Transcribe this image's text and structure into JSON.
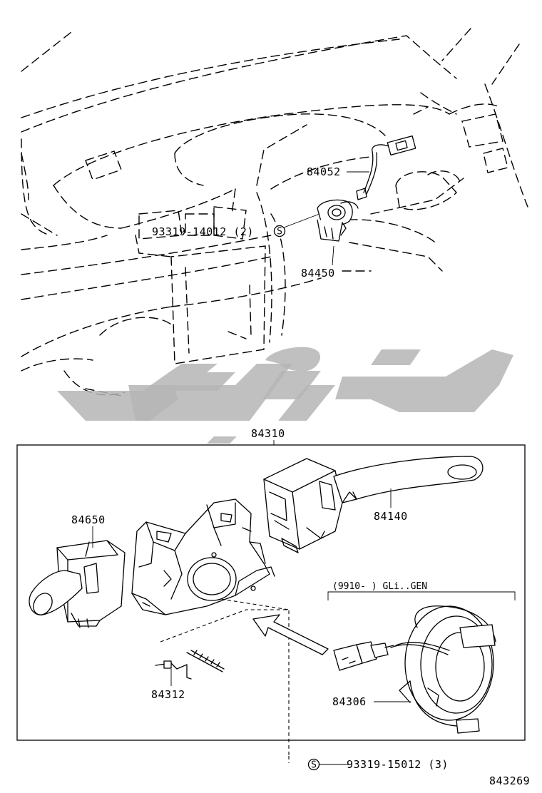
{
  "parts": {
    "p84052": "84052",
    "p93319_14012": "93319-14012 (2)",
    "p84450": "84450",
    "p84310": "84310",
    "p84650": "84650",
    "p84140": "84140",
    "p84312": "84312",
    "p84306": "84306",
    "p93319_15012": "93319-15012 (3)"
  },
  "variant_note": "(9910-      ) GLi..GEN",
  "symbol_s": "S",
  "figure_code": "843269",
  "watermark_logo": "تو پ ات",
  "colors": {
    "line": "#000000",
    "watermark": "#b5b5b5",
    "background": "#ffffff"
  }
}
